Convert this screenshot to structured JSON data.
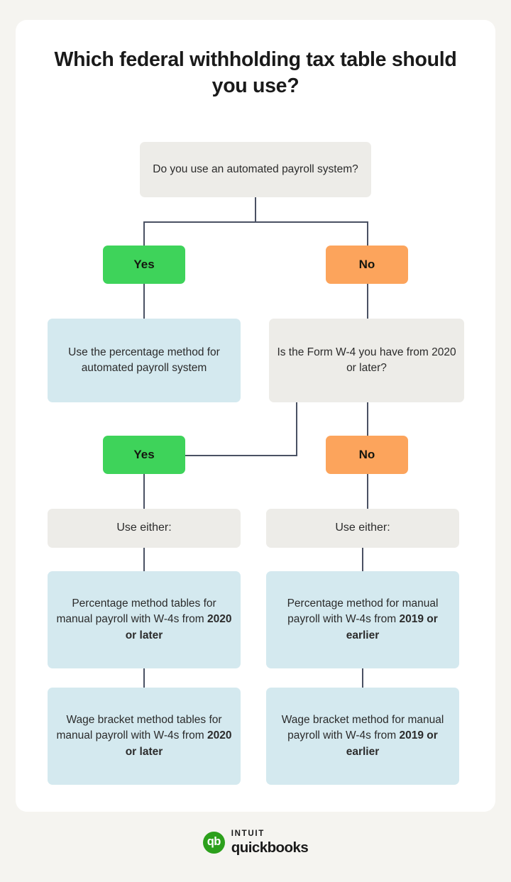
{
  "title": "Which federal withholding tax table should you use?",
  "colors": {
    "page_background": "#f5f4f0",
    "card_background": "#ffffff",
    "node_gray": "#edece8",
    "node_blue": "#d4e9ef",
    "pill_yes_green": "#3ed35a",
    "pill_no_orange": "#fca45c",
    "connector": "#4a5163",
    "logo_green": "#2ca01c"
  },
  "flow": {
    "root_question": "Do you use an automated payroll system?",
    "branch1_yes_label": "Yes",
    "branch1_no_label": "No",
    "yes_outcome": "Use the percentage method for automated payroll system",
    "no_question": "Is the Form W-4 you have from 2020 or later?",
    "branch2_yes_label": "Yes",
    "branch2_no_label": "No",
    "left_use_either": "Use either:",
    "right_use_either": "Use either:",
    "left_option_1_plain": "Percentage method tables for manual payroll with W-4s from ",
    "left_option_1_bold": "2020 or later",
    "left_option_2_plain": "Wage bracket method tables for manual payroll with W-4s from ",
    "left_option_2_bold": "2020 or later",
    "right_option_1_plain": "Percentage method for manual payroll with W-4s from ",
    "right_option_1_bold": "2019 or earlier",
    "right_option_2_plain": "Wage bracket method for manual payroll with W-4s from ",
    "right_option_2_bold": "2019 or earlier"
  },
  "footer": {
    "logo_monogram": "qb",
    "brand_top": "INTUIT",
    "brand_bottom": "quickbooks"
  }
}
